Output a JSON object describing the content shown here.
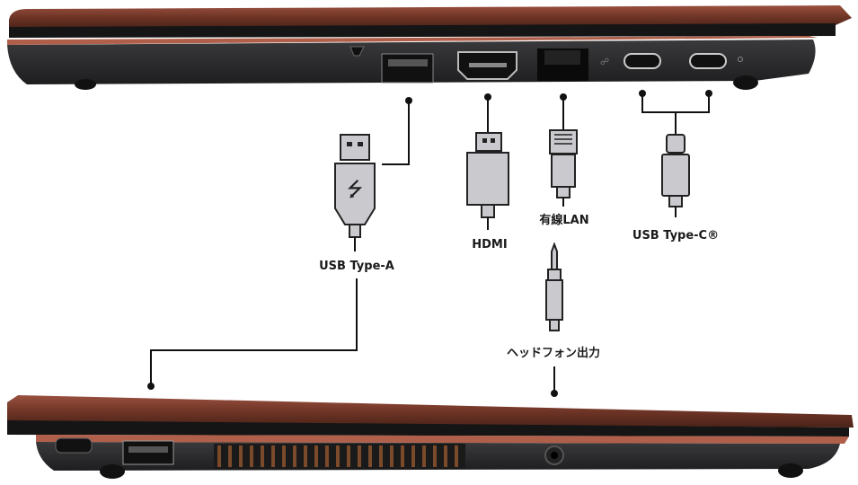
{
  "labels": {
    "usb_a": "USB Type-A",
    "hdmi": "HDMI",
    "lan": "有線LAN",
    "usb_c": "USB Type-C®",
    "headphone": "ヘッドフォン出力"
  },
  "colors": {
    "lid": "#7a3d2c",
    "lid_highlight": "#b0604a",
    "body": "#2a2a2c",
    "plug": "#c9c9ce"
  }
}
